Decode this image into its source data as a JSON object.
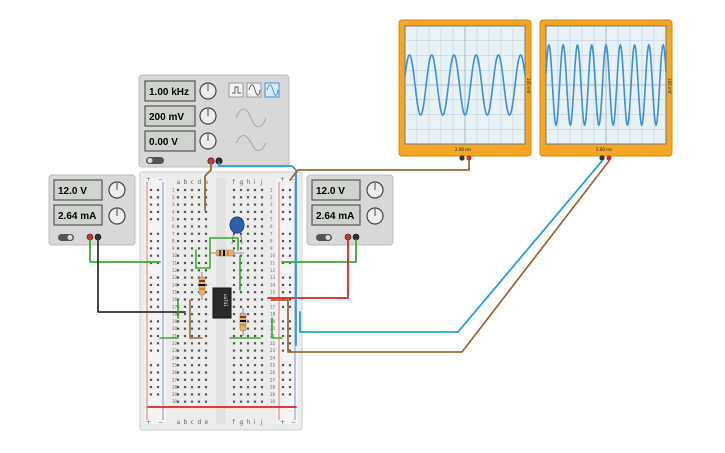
{
  "function_generator": {
    "frequency": "1.00 kHz",
    "amplitude": "200 mV",
    "offset": "0.00 V",
    "waveforms": [
      "square-wave-icon",
      "triangle-wave-icon",
      "sine-wave-icon"
    ],
    "selected_waveform": "sine-wave-icon"
  },
  "power_supply_left": {
    "voltage": "12.0 V",
    "current": "2.64 mA"
  },
  "power_supply_right": {
    "voltage": "12.0 V",
    "current": "2.64 mA"
  },
  "oscilloscope_1": {
    "time_per_div": "2.00 ms",
    "volts_per_div": "100 mV"
  },
  "oscilloscope_2": {
    "time_per_div": "2.00 ms",
    "volts_per_div": "100 mV"
  },
  "breadboard": {
    "columns_left": [
      "a",
      "b",
      "c",
      "d",
      "e"
    ],
    "columns_right": [
      "f",
      "g",
      "h",
      "i",
      "j"
    ],
    "rows": [
      "1",
      "2",
      "3",
      "4",
      "5",
      "6",
      "7",
      "8",
      "9",
      "10",
      "11",
      "12",
      "13",
      "14",
      "15",
      "16",
      "17",
      "18",
      "19",
      "20",
      "21",
      "22",
      "23",
      "24",
      "25",
      "26",
      "27",
      "28",
      "29",
      "30"
    ],
    "plus": "+",
    "minus": "−"
  },
  "ic_label": "ua741",
  "colors": {
    "panel": "#d8d8d8",
    "scope_frame": "#f5a623",
    "trace": "#3d8fd6",
    "wire_green": "#3aaa35",
    "wire_blue": "#2a9fd6",
    "wire_brown": "#9a6a3a",
    "wire_red": "#e02020",
    "wire_black": "#333333"
  }
}
